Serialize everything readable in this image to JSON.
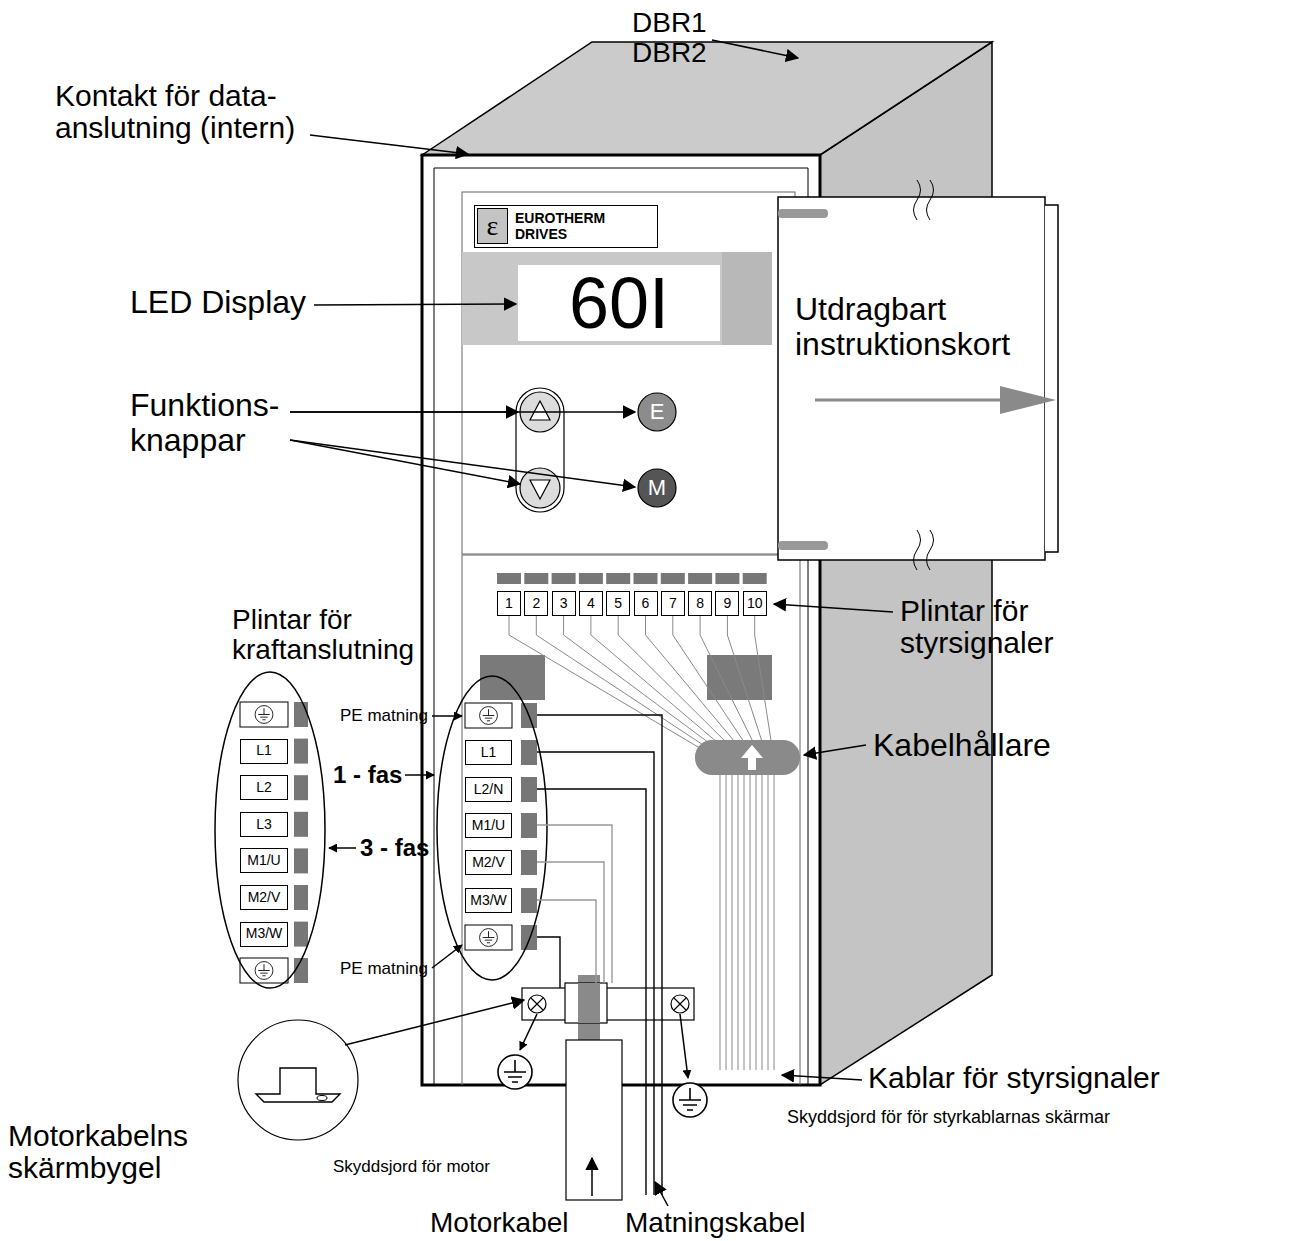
{
  "diagram": {
    "nodes": [
      {
        "text": [
          "EUROTHERM DRIVES"
        ]
      },
      {
        "text": [
          "ε"
        ],
        "in": 0
      },
      {
        "text": [
          "60I"
        ]
      },
      {
        "text": [
          "E"
        ]
      },
      {
        "text": [
          "M"
        ]
      },
      {
        "text": [
          "1"
        ]
      },
      {
        "text": [
          "2"
        ]
      },
      {
        "text": [
          "3"
        ]
      },
      {
        "text": [
          "4"
        ]
      },
      {
        "text": [
          "5"
        ]
      },
      {
        "text": [
          "6"
        ]
      },
      {
        "text": [
          "7"
        ]
      },
      {
        "text": [
          "8"
        ]
      },
      {
        "text": [
          "9"
        ]
      },
      {
        "text": [
          "10"
        ]
      },
      {
        "text": [
          "L1"
        ]
      },
      {
        "text": [
          "L2"
        ]
      },
      {
        "text": [
          "L3"
        ]
      },
      {
        "text": [
          "M1/U"
        ]
      },
      {
        "text": [
          "M2/V"
        ]
      },
      {
        "text": [
          "M3/W"
        ]
      },
      {
        "text": [
          "L1"
        ]
      },
      {
        "text": [
          "L2/N"
        ]
      },
      {
        "text": [
          "M1/U"
        ]
      },
      {
        "text": [
          "M2/V"
        ]
      },
      {
        "text": [
          "M3/W"
        ]
      }
    ],
    "labels": [
      "DBR1",
      "DBR2",
      "Kontakt för data- anslutning (intern)",
      "LED Display",
      "Utdragbart instruktionskort",
      "Funktions- knappar",
      "Plintar för styrsignaler",
      "Plintar för kraftanslutning",
      "PE matning",
      "Kabelhållare",
      "1 - fas",
      "3 - fas",
      "PE matning",
      "Kablar för styrsignaler",
      "Skyddsjord för för styrkablarnas skärmar",
      "Motorkabelns skärmbygel",
      "Skyddsjord för motor",
      "Motorkabel",
      "Matningskabel"
    ]
  }
}
